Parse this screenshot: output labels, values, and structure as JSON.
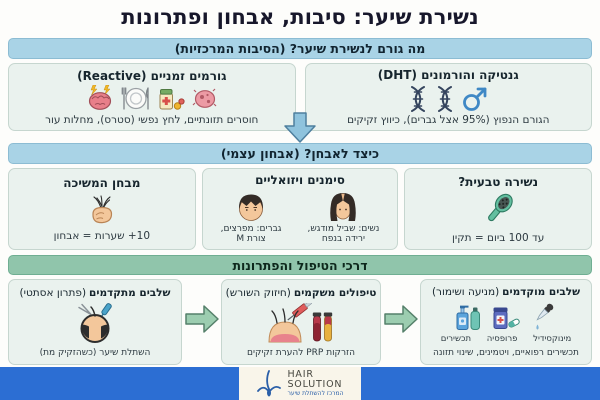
{
  "title": "נשירת שיער: סיבות, אבחון ופתרונות",
  "causes": {
    "header": "מה גורם לנשירת שיער? (הסיבות המרכזיות)",
    "genetics": {
      "title": "גנטיקה והורמונים (DHT)",
      "caption": "הגורם הנפוץ (95% אצל גברים), כיווץ זקיקים"
    },
    "reactive": {
      "title": "גורמים זמניים (Reactive)",
      "caption": "חוסרים תזונתיים, לחץ נפשי (סטרס), מחלות עור"
    }
  },
  "diagnosis": {
    "header": "כיצד לאבחן? (אבחון עצמי)",
    "natural": {
      "title": "נשירה טבעית?",
      "caption": "עד 100 ביום = תקין"
    },
    "visual": {
      "title": "סימנים ויזואליים",
      "women_line1": "נשים: שביל מודגש,",
      "women_line2": "ירידה בנפח",
      "men_line1": "גברים: מפרצים,",
      "men_line2": "צורת M"
    },
    "pull_test": {
      "title": "מבחן המשיכה",
      "caption": "10+ שערות = אבחון"
    }
  },
  "treatment": {
    "header": "דרכי הטיפול והפתרונות",
    "early": {
      "title_bold": "שלבים מוקדמים",
      "title_note": "(מניעה ושימור)",
      "labels": [
        "מינוקסידיל",
        "פרופסיה",
        "תכשירים"
      ],
      "caption": "תכשירים רפואיים, ויטמינים, שינוי תזונה"
    },
    "restorative": {
      "title_bold": "טיפולים משקמים",
      "title_note": "(חיזוק השורש)",
      "caption": "הזרקות PRP להערת זקיקים"
    },
    "advanced": {
      "title_bold": "שלבים מתקדמים",
      "title_note": "(פתרון אסתטי)",
      "caption": "השתלת שיער (כשהזקיק מת)"
    }
  },
  "footer": {
    "brand_line1": "HAIR",
    "brand_line2": "SOLUTION",
    "tagline": "המרכז להשתלת שיער"
  },
  "colors": {
    "header_blue": "#a9d3e6",
    "header_green": "#90c5ab",
    "panel_bg": "#eaf2ee",
    "footer_blue": "#2c6ed3",
    "arrow_blue": "#8fc3dd",
    "arrow_green": "#9ccdb0",
    "title_text": "#17172b"
  }
}
